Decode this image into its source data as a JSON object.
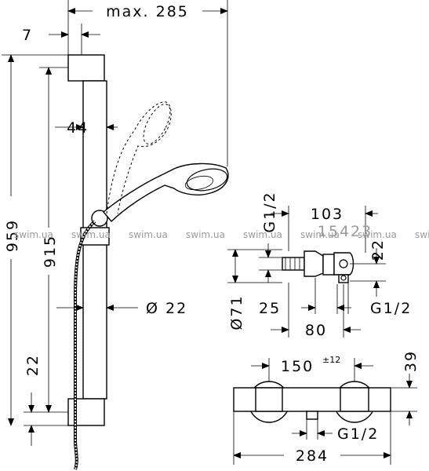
{
  "dimensions": {
    "max_285": "max. 285",
    "d_7": "7",
    "d_44": "44",
    "d_959": "959",
    "d_915": "915",
    "d_22_left": "22",
    "dia_22": "Ø 22",
    "d_103": "103",
    "d_g12_top": "G1/2",
    "d_71": "Ø71",
    "d_25": "25",
    "d_g12_right": "G1/2",
    "d_80": "80",
    "d_22_right": "22",
    "d_150": "150",
    "d_150_tol": "±12",
    "d_39": "39",
    "d_g12_bottom": "G1/2",
    "d_284": "284",
    "part_code": "15423"
  },
  "watermark": "swim.ua"
}
